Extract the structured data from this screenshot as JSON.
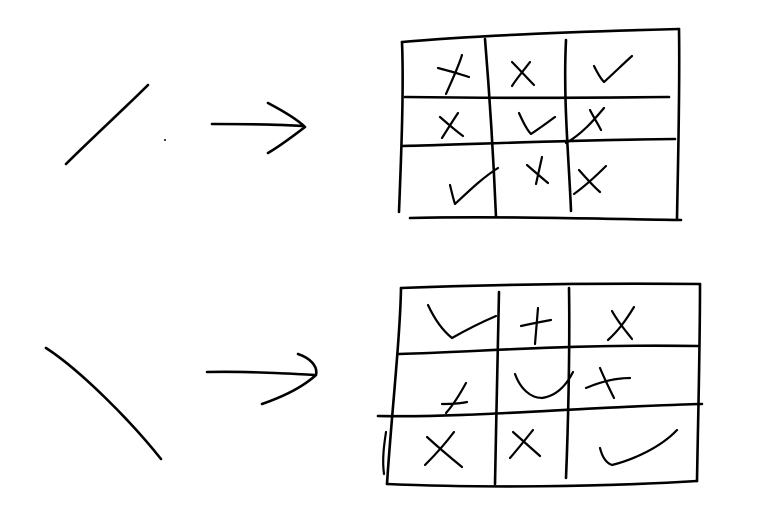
{
  "colors": {
    "background": "#ffffff",
    "ink": "#000000"
  },
  "rows": [
    {
      "input": "forward-slash-stroke",
      "grid": [
        [
          "cross",
          "cross",
          "check"
        ],
        [
          "cross",
          "check",
          "cross"
        ],
        [
          "check",
          "cross",
          "cross"
        ]
      ]
    },
    {
      "input": "backslash-stroke",
      "grid": [
        [
          "check",
          "cross",
          "cross"
        ],
        [
          "cross",
          "check",
          "cross"
        ],
        [
          "cross",
          "cross",
          "check"
        ]
      ]
    }
  ]
}
